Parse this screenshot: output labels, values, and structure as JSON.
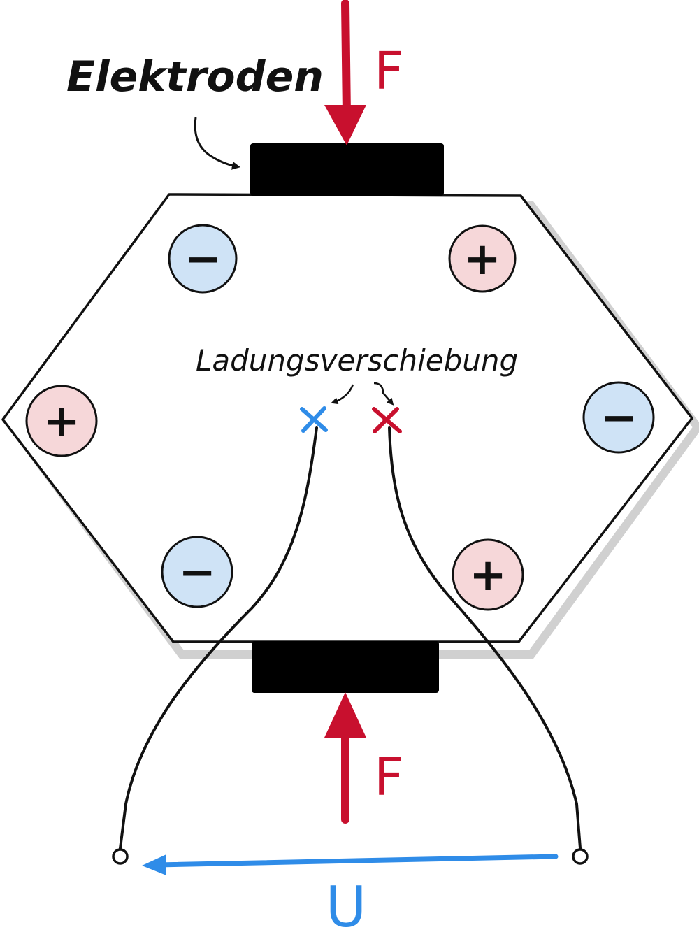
{
  "labels": {
    "electrodes": "Elektroden",
    "charge_shift": "Ladungsverschiebung",
    "force_top": "F",
    "force_bottom": "F",
    "voltage": "U"
  },
  "charges": {
    "top_left": "−",
    "top_right": "+",
    "mid_left": "+",
    "mid_right": "−",
    "bottom_left": "−",
    "bottom_right": "+"
  },
  "colors": {
    "force": "#c8102e",
    "voltage": "#2f8ce8",
    "negative_fill": "#cfe3f6",
    "positive_fill": "#f6d7d9",
    "electrode": "#000000",
    "outline": "#111111"
  }
}
